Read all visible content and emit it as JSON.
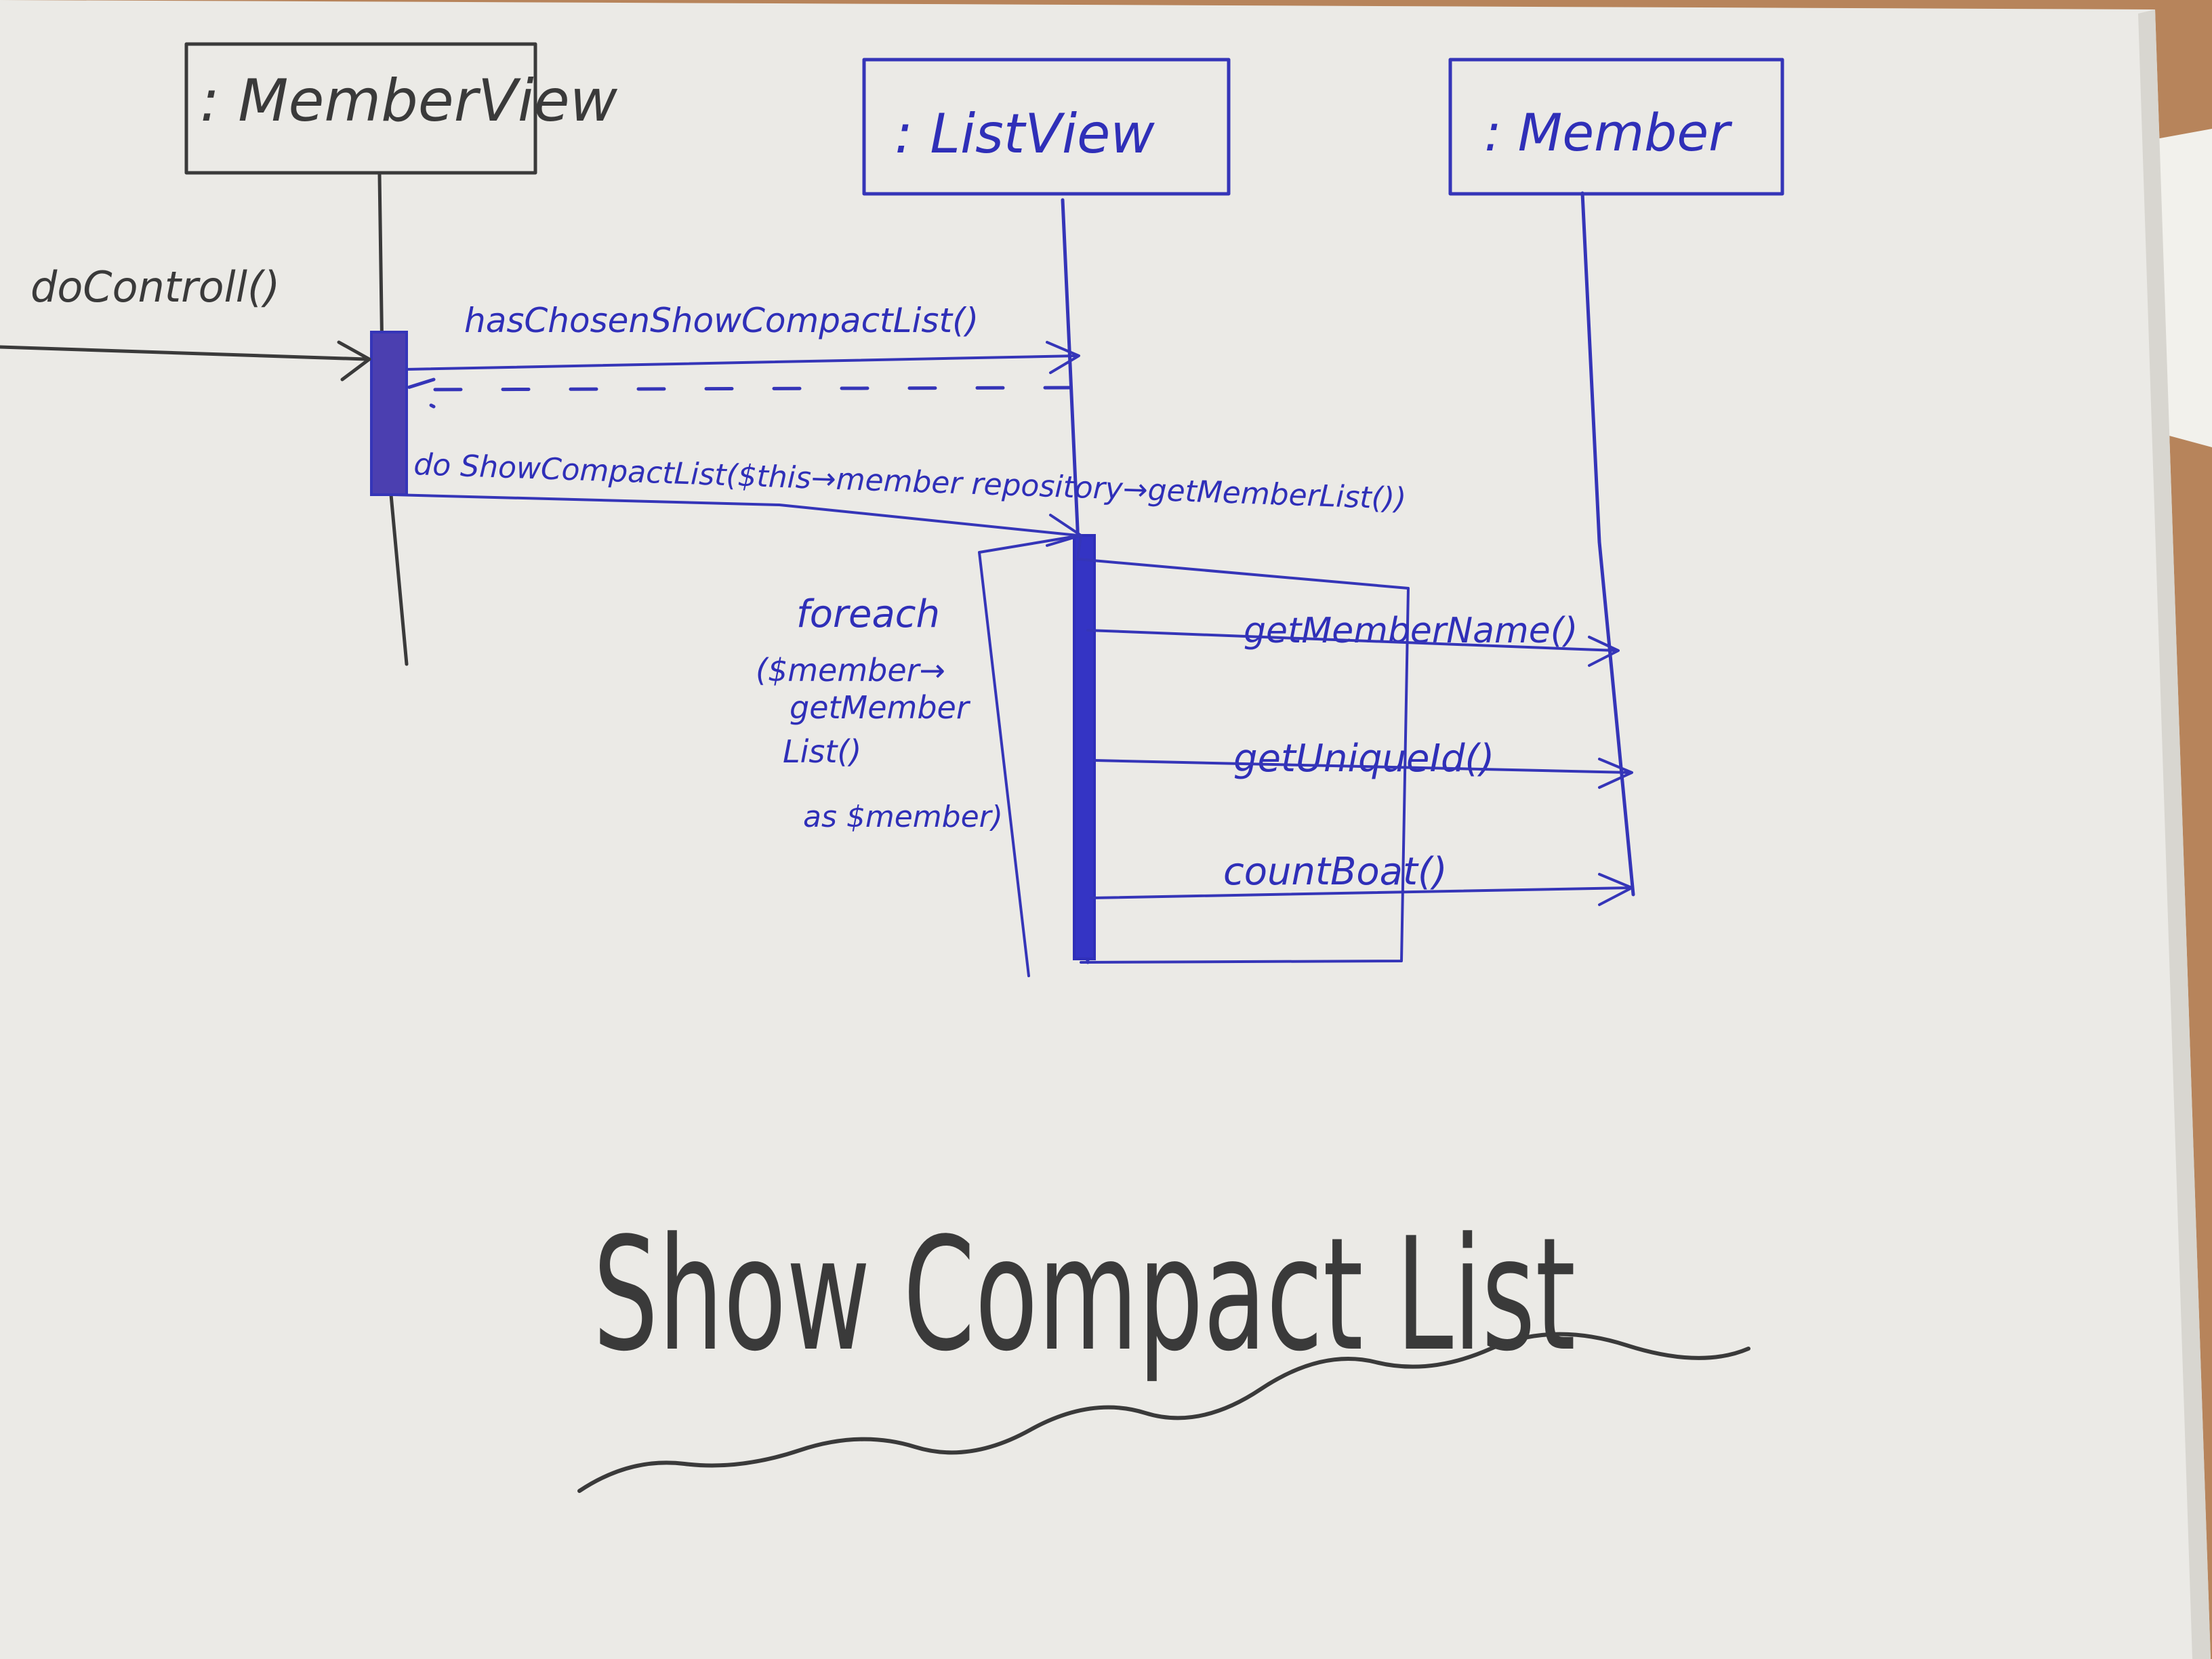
{
  "diagram": {
    "title": "Show Compact List",
    "lifelines": [
      {
        "id": "memberview",
        "label": ": MemberView"
      },
      {
        "id": "listview",
        "label": ": ListView"
      },
      {
        "id": "member",
        "label": ": Member"
      }
    ],
    "messages": {
      "entry": "doControll()",
      "m1": "hasChosenShowCompactList()",
      "m2": "do ShowCompactList($this→member repository→getMemberList())",
      "m3": "getMemberName()",
      "m4": "getUniqueId()",
      "m5": "countBoat()"
    },
    "loop_guard": {
      "line1": "foreach",
      "line2": "($member→",
      "line3": "getMember",
      "line4": "List()",
      "line5": "as $member)"
    }
  }
}
